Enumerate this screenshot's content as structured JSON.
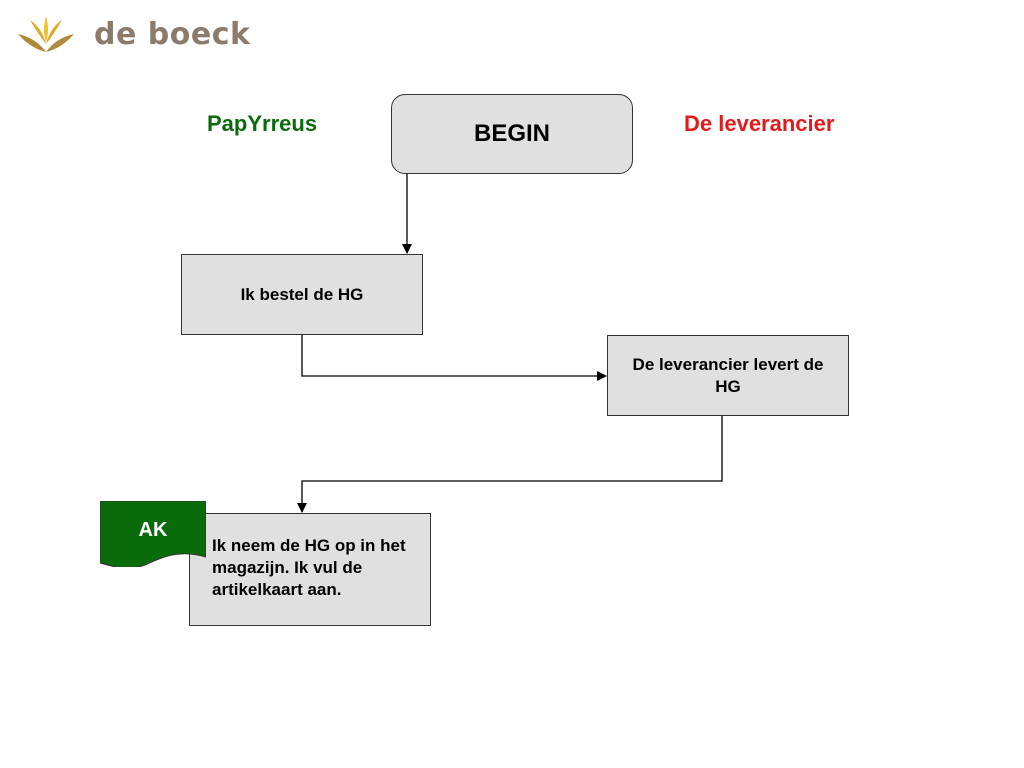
{
  "logo": {
    "text": "de boeck"
  },
  "actors": {
    "left": "PapYrreus",
    "right": "De leverancier"
  },
  "nodes": {
    "begin": "BEGIN",
    "step1": "Ik bestel de HG",
    "step2": "De leverancier levert de HG",
    "step3": "Ik neem de HG op in het magazijn. Ik vul de artikelkaart aan."
  },
  "document": {
    "label": "AK"
  },
  "colors": {
    "actor_left": "#0a6b0a",
    "actor_right": "#e41b1b",
    "box_fill": "#e0e0e0",
    "document_fill": "#0a6b0a",
    "logo_leaves": "#c9a227",
    "logo_text": "#8c7b6a"
  }
}
